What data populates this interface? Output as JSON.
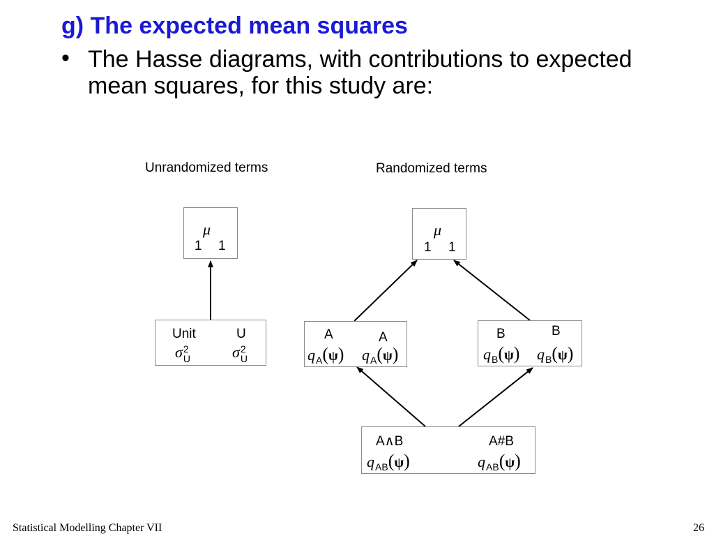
{
  "slide": {
    "heading": "g)  The expected mean squares",
    "bullet_symbol": "•",
    "bullet_text": "The Hasse diagrams, with contributions to expected mean squares, for this study are:"
  },
  "left_panel": {
    "title": "Unrandomized terms",
    "top_node": {
      "symbol": "μ",
      "levels": "1",
      "df": "1"
    },
    "unit_node": {
      "term": "Unit",
      "df": "U",
      "sigma": "σ",
      "sigma_sup": "2",
      "sigma_sub": "U"
    }
  },
  "right_panel": {
    "title": "Randomized terms",
    "top_node": {
      "symbol": "μ",
      "levels": "1",
      "df": "1"
    },
    "a_node": {
      "term": "A",
      "df": "A",
      "q": "q",
      "q_sub": "A",
      "psi": "ψ",
      "lparen": "(",
      "rparen": ")"
    },
    "b_node": {
      "term": "B",
      "df": "B",
      "q": "q",
      "q_sub": "B",
      "psi": "ψ",
      "lparen": "(",
      "rparen": ")"
    },
    "ab_node": {
      "term": "A∧B",
      "df": "A#B",
      "q": "q",
      "q_sub": "AB",
      "psi": "ψ",
      "lparen": "(",
      "rparen": ")"
    }
  },
  "footer": {
    "left": "Statistical Modelling   Chapter VII",
    "page": "26"
  }
}
